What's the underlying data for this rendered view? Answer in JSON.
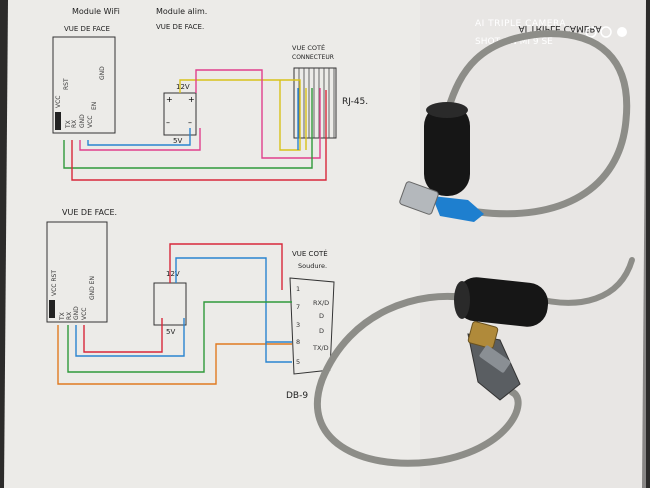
{
  "watermark": {
    "line1": "AI TRIPLE CAMERA",
    "line2": "SHOT ON MI 9 SE"
  },
  "top_diagram": {
    "wifi_title": "Module WiFi",
    "wifi_sub": "VUE DE FACE",
    "alim_title": "Module alim.",
    "alim_sub": "VUE DE FACE.",
    "wifi_pins": [
      "VCC",
      "RST",
      "EN",
      "GND",
      "TX",
      "RX",
      "GND",
      "VCC"
    ],
    "alim_in": "12V",
    "alim_out": "5V",
    "rj_title1": "VUE COTÉ",
    "rj_title2": "CONNECTEUR",
    "rj_label": "RJ-45."
  },
  "bottom_diagram": {
    "wifi_title": "VUE DE FACE.",
    "alim_in": "12V",
    "alim_out": "5V",
    "db_title1": "VUE COTÉ",
    "db_title2": "Soudure.",
    "db_pins": [
      "1",
      "7",
      "3",
      "8",
      "5"
    ],
    "db_pin_extra": [
      "RX/D",
      "D",
      "D",
      "TX/D"
    ],
    "db_label": "DB-9"
  },
  "colors": {
    "paper": "#eeecea",
    "red": "#d8283a",
    "magenta": "#e0408c",
    "blue": "#2a84d0",
    "green": "#2f9a3a",
    "yellow": "#d8c21a",
    "orange": "#e07a20",
    "cable": "#8d8d88",
    "ferrite": "#1a1a1a"
  }
}
